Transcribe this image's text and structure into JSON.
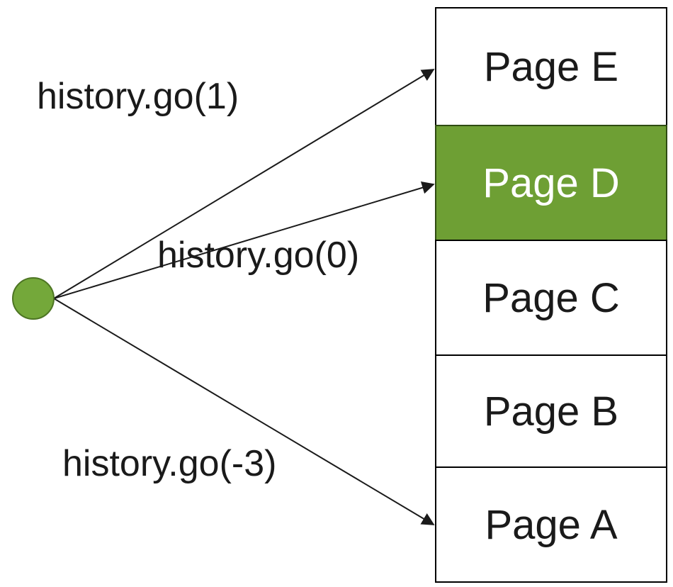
{
  "pages": [
    {
      "id": "page-e",
      "label": "Page E",
      "current": false
    },
    {
      "id": "page-d",
      "label": "Page D",
      "current": true
    },
    {
      "id": "page-c",
      "label": "Page C",
      "current": false
    },
    {
      "id": "page-b",
      "label": "Page B",
      "current": false
    },
    {
      "id": "page-a",
      "label": "Page A",
      "current": false
    }
  ],
  "calls": [
    {
      "label": "history.go(1)",
      "target": "page-e"
    },
    {
      "label": "history.go(0)",
      "target": "page-d"
    },
    {
      "label": "history.go(-3)",
      "target": "page-a"
    }
  ],
  "colors": {
    "current_page_fill": "#6e9f34",
    "node_fill": "#74a83a",
    "line": "#1a1a1a"
  }
}
